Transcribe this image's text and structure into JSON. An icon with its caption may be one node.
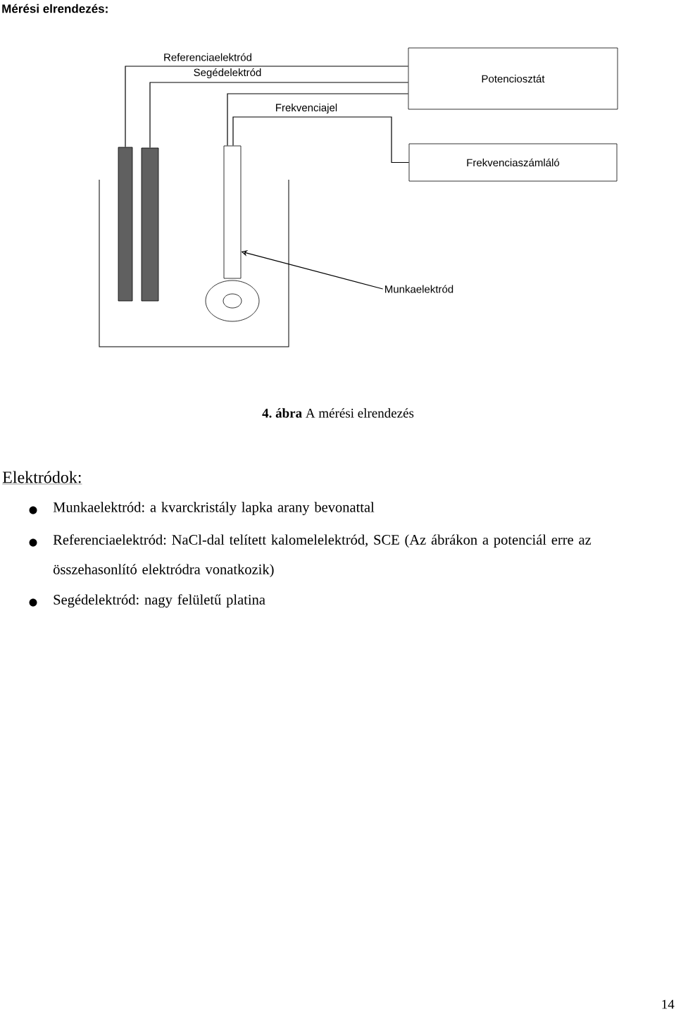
{
  "diagram": {
    "title": "Mérési elrendezés:",
    "caption": "**4. ábra** A mérési elrendezés",
    "nodes": [
      {
        "text": [
          "Potenciosztát"
        ]
      },
      {
        "text": [
          "Frekvenciaszámláló"
        ]
      },
      {
        "text": [],
        "shape": "bar"
      },
      {
        "text": [],
        "shape": "bar"
      },
      {
        "text": [],
        "shape": "bar"
      },
      {
        "text": [
          "Munkaelektród"
        ]
      }
    ],
    "edges": [
      {
        "from": 2,
        "to": 0,
        "arrow": "none",
        "label": "Referenciaelektród"
      },
      {
        "from": 3,
        "to": 0,
        "arrow": "none",
        "label": "Segédelektród"
      },
      {
        "from": 4,
        "to": 0,
        "arrow": "none"
      },
      {
        "from": 4,
        "to": 1,
        "arrow": "none",
        "label": "Frekvenciajel"
      },
      {
        "from": 5,
        "to": 4,
        "arrow": "to"
      }
    ],
    "labels": [
      "Elektródok:",
      "Munkaelektród: a kvarckristály lapka arany bevonattal",
      "Referenciaelektród: NaCl-dal telített kalomelelektród, SCE (Az ábrákon a potenciál erre az összehasonlító elektródra vonatkozik)",
      "Segédelektród: nagy felületű platina",
      "14"
    ]
  }
}
